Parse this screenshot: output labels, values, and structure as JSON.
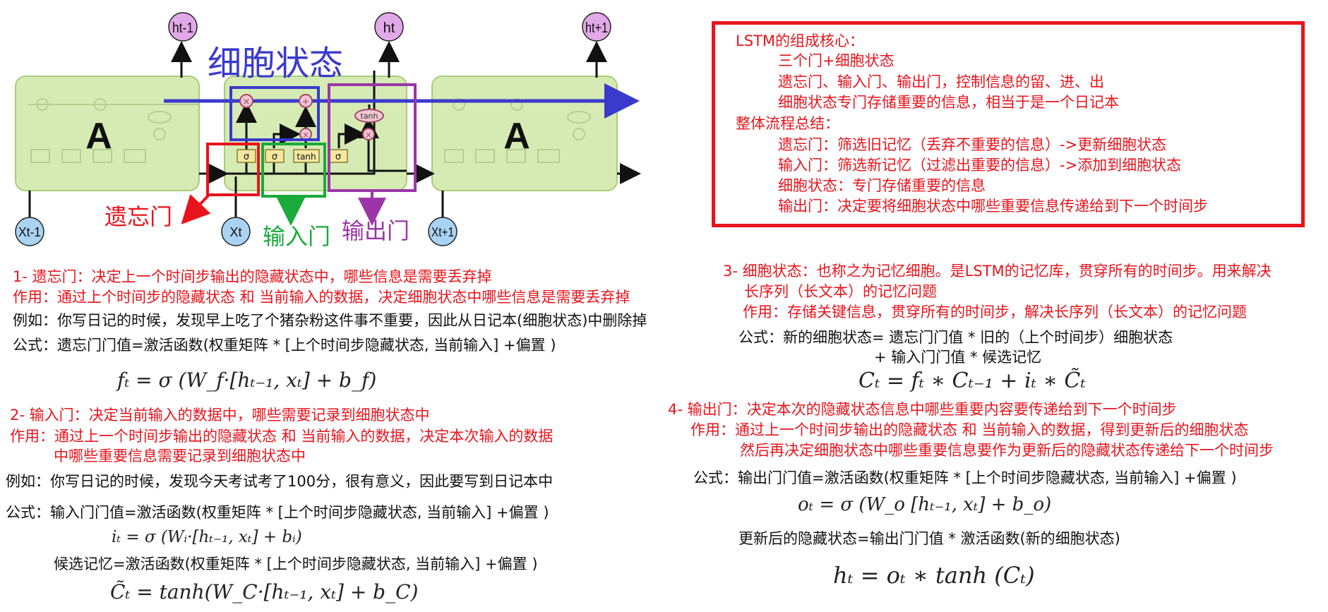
{
  "diagram": {
    "cell_label": "A",
    "cell_state_label": "细胞状态",
    "forget_gate_label": "遗忘门",
    "input_gate_label": "输入门",
    "output_gate_label": "输出门",
    "sigma": "σ",
    "tanh": "tanh",
    "times": "×",
    "plus": "+",
    "h_prev": "ht-1",
    "h_cur": "ht",
    "h_next": "ht+1",
    "x_prev": "Xt-1",
    "x_cur": "Xt",
    "x_next": "Xt+1",
    "colors": {
      "cell_fill": "#d6ebb3",
      "cell_stroke": "#a8cc7a",
      "h_node": "#e2a9e8",
      "x_node": "#a9d3f2",
      "state_arrow": "#3a3acc",
      "forget": "#e8141c",
      "input": "#1aaa3a",
      "output": "#9c35a8",
      "gate_box": "#f5e7a0"
    }
  },
  "summary": {
    "line1": "LSTM的组成核心：",
    "line2": "三个门+细胞状态",
    "line3": "遗忘门、输入门、输出门，控制信息的留、进、出",
    "line4": "细胞状态专门存储重要的信息，相当于是一个日记本",
    "line5": "整体流程总结：",
    "line6": "遗忘门：筛选旧记忆（丢弃不重要的信息）->更新细胞状态",
    "line7": "输入门：筛选新记忆（过滤出重要的信息）->添加到细胞状态",
    "line8": "细胞状态：专门存储重要的信息",
    "line9": "输出门：决定要将细胞状态中哪些重要信息传递给到下一个时间步"
  },
  "forget": {
    "title": "1- 遗忘门：决定上一个时间步输出的隐藏状态中，哪些信息是需要丢弃掉",
    "role": "作用：通过上个时间步的隐藏状态 和 当前输入的数据，决定细胞状态中哪些信息是需要丢弃掉",
    "example": "例如：你写日记的时候，发现早上吃了个猪杂粉这件事不重要，因此从日记本(细胞状态)中删除掉",
    "formula_text": "公式：遗忘门门值=激活函数(权重矩阵 * [上个时间步隐藏状态, 当前输入] +偏置 )",
    "formula": "fₜ = σ (W_f·[hₜ₋₁, xₜ]  +  b_f)"
  },
  "input": {
    "title": "2- 输入门：决定当前输入的数据中，哪些需要记录到细胞状态中",
    "role": "作用：通过上一个时间步输出的隐藏状态 和 当前输入的数据，决定本次输入的数据",
    "role2": "中哪些重要信息需要记录到细胞状态中",
    "example": "例如：你写日记的时候，发现今天考试考了100分，很有意义，因此要写到日记本中",
    "formula_text": "公式：输入门门值=激活函数(权重矩阵 * [上个时间步隐藏状态, 当前输入] +偏置 )",
    "formula": "iₜ = σ (Wᵢ·[hₜ₋₁, xₜ]  +  bᵢ)",
    "candidate_text": "候选记忆=激活函数(权重矩阵 * [上个时间步隐藏状态, 当前输入] +偏置 )",
    "candidate_formula": "C̃ₜ = tanh(W_C·[hₜ₋₁, xₜ]  +  b_C)"
  },
  "cell": {
    "title": "3- 细胞状态：也称之为记忆细胞。是LSTM的记忆库，贯穿所有的时间步。用来解决",
    "title2": "长序列（长文本）的记忆问题",
    "role": "作用：存储关键信息，贯穿所有的时间步，解决长序列（长文本）的记忆问题",
    "formula_text": "公式：新的细胞状态= 遗忘门门值 * 旧的（上个时间步）细胞状态",
    "formula_text2": "+ 输入门门值 * 候选记忆",
    "formula": "Cₜ = fₜ ∗ Cₜ₋₁ + iₜ ∗ C̃ₜ"
  },
  "output": {
    "title": "4- 输出门：决定本次的隐藏状态信息中哪些重要内容要传递给到下一个时间步",
    "role": "作用：通过上一个时间步输出的隐藏状态 和 当前输入的数据，得到更新后的细胞状态",
    "role2": "然后再决定细胞状态中哪些重要信息要作为更新后的隐藏状态传递给下一个时间步",
    "formula_text": "公式：输出门门值=激活函数(权重矩阵 * [上个时间步隐藏状态, 当前输入] +偏置 )",
    "formula": "oₜ = σ (W_o [hₜ₋₁, xₜ]  +  b_o)",
    "hidden_text": "更新后的隐藏状态=输出门门值 * 激活函数(新的细胞状态)",
    "hidden_formula": "hₜ = oₜ ∗ tanh (Cₜ)"
  }
}
